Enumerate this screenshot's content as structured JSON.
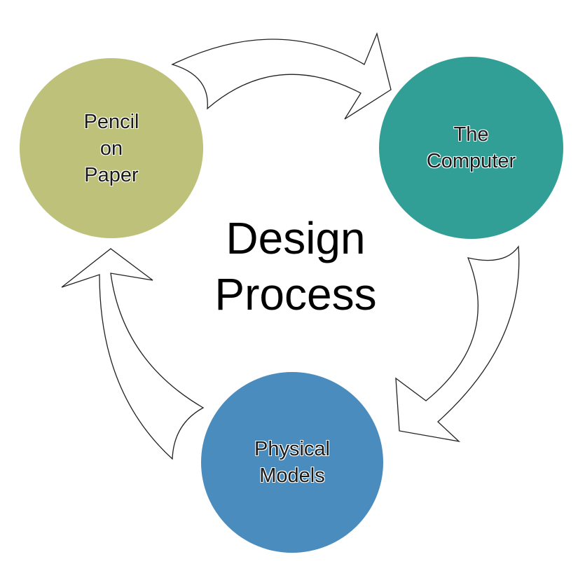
{
  "title": {
    "line1": "Design",
    "line2": "Process"
  },
  "nodes": [
    {
      "line1": "Pencil",
      "line2": "on",
      "line3": "Paper",
      "color": "#bec17a"
    },
    {
      "line1": "The",
      "line2": "Computer",
      "color": "#329f96"
    },
    {
      "line1": "Physical",
      "line2": "Models",
      "color": "#4a8cbe"
    }
  ],
  "arrows": [
    "curved-arrow",
    "curved-arrow",
    "curved-arrow"
  ]
}
